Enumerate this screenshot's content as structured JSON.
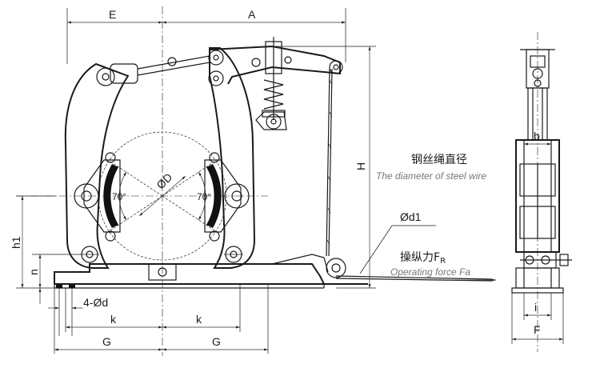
{
  "dimensions": {
    "E": "E",
    "A": "A",
    "H": "H",
    "D": "ØD",
    "angle_left": "70°",
    "angle_right": "70°",
    "h1": "h1",
    "n": "n",
    "holes": "4-Ød",
    "k_left": "k",
    "k_right": "k",
    "G_left": "G",
    "G_right": "G",
    "d1": "Ød1",
    "b": "b",
    "i": "i",
    "F": "F"
  },
  "annotations": {
    "steel_wire_cn": "钢丝绳直径",
    "steel_wire_en": "The diameter of steel wire",
    "force_cn": "操纵力F",
    "force_sub": "R",
    "force_en": "Operating force Fa"
  }
}
